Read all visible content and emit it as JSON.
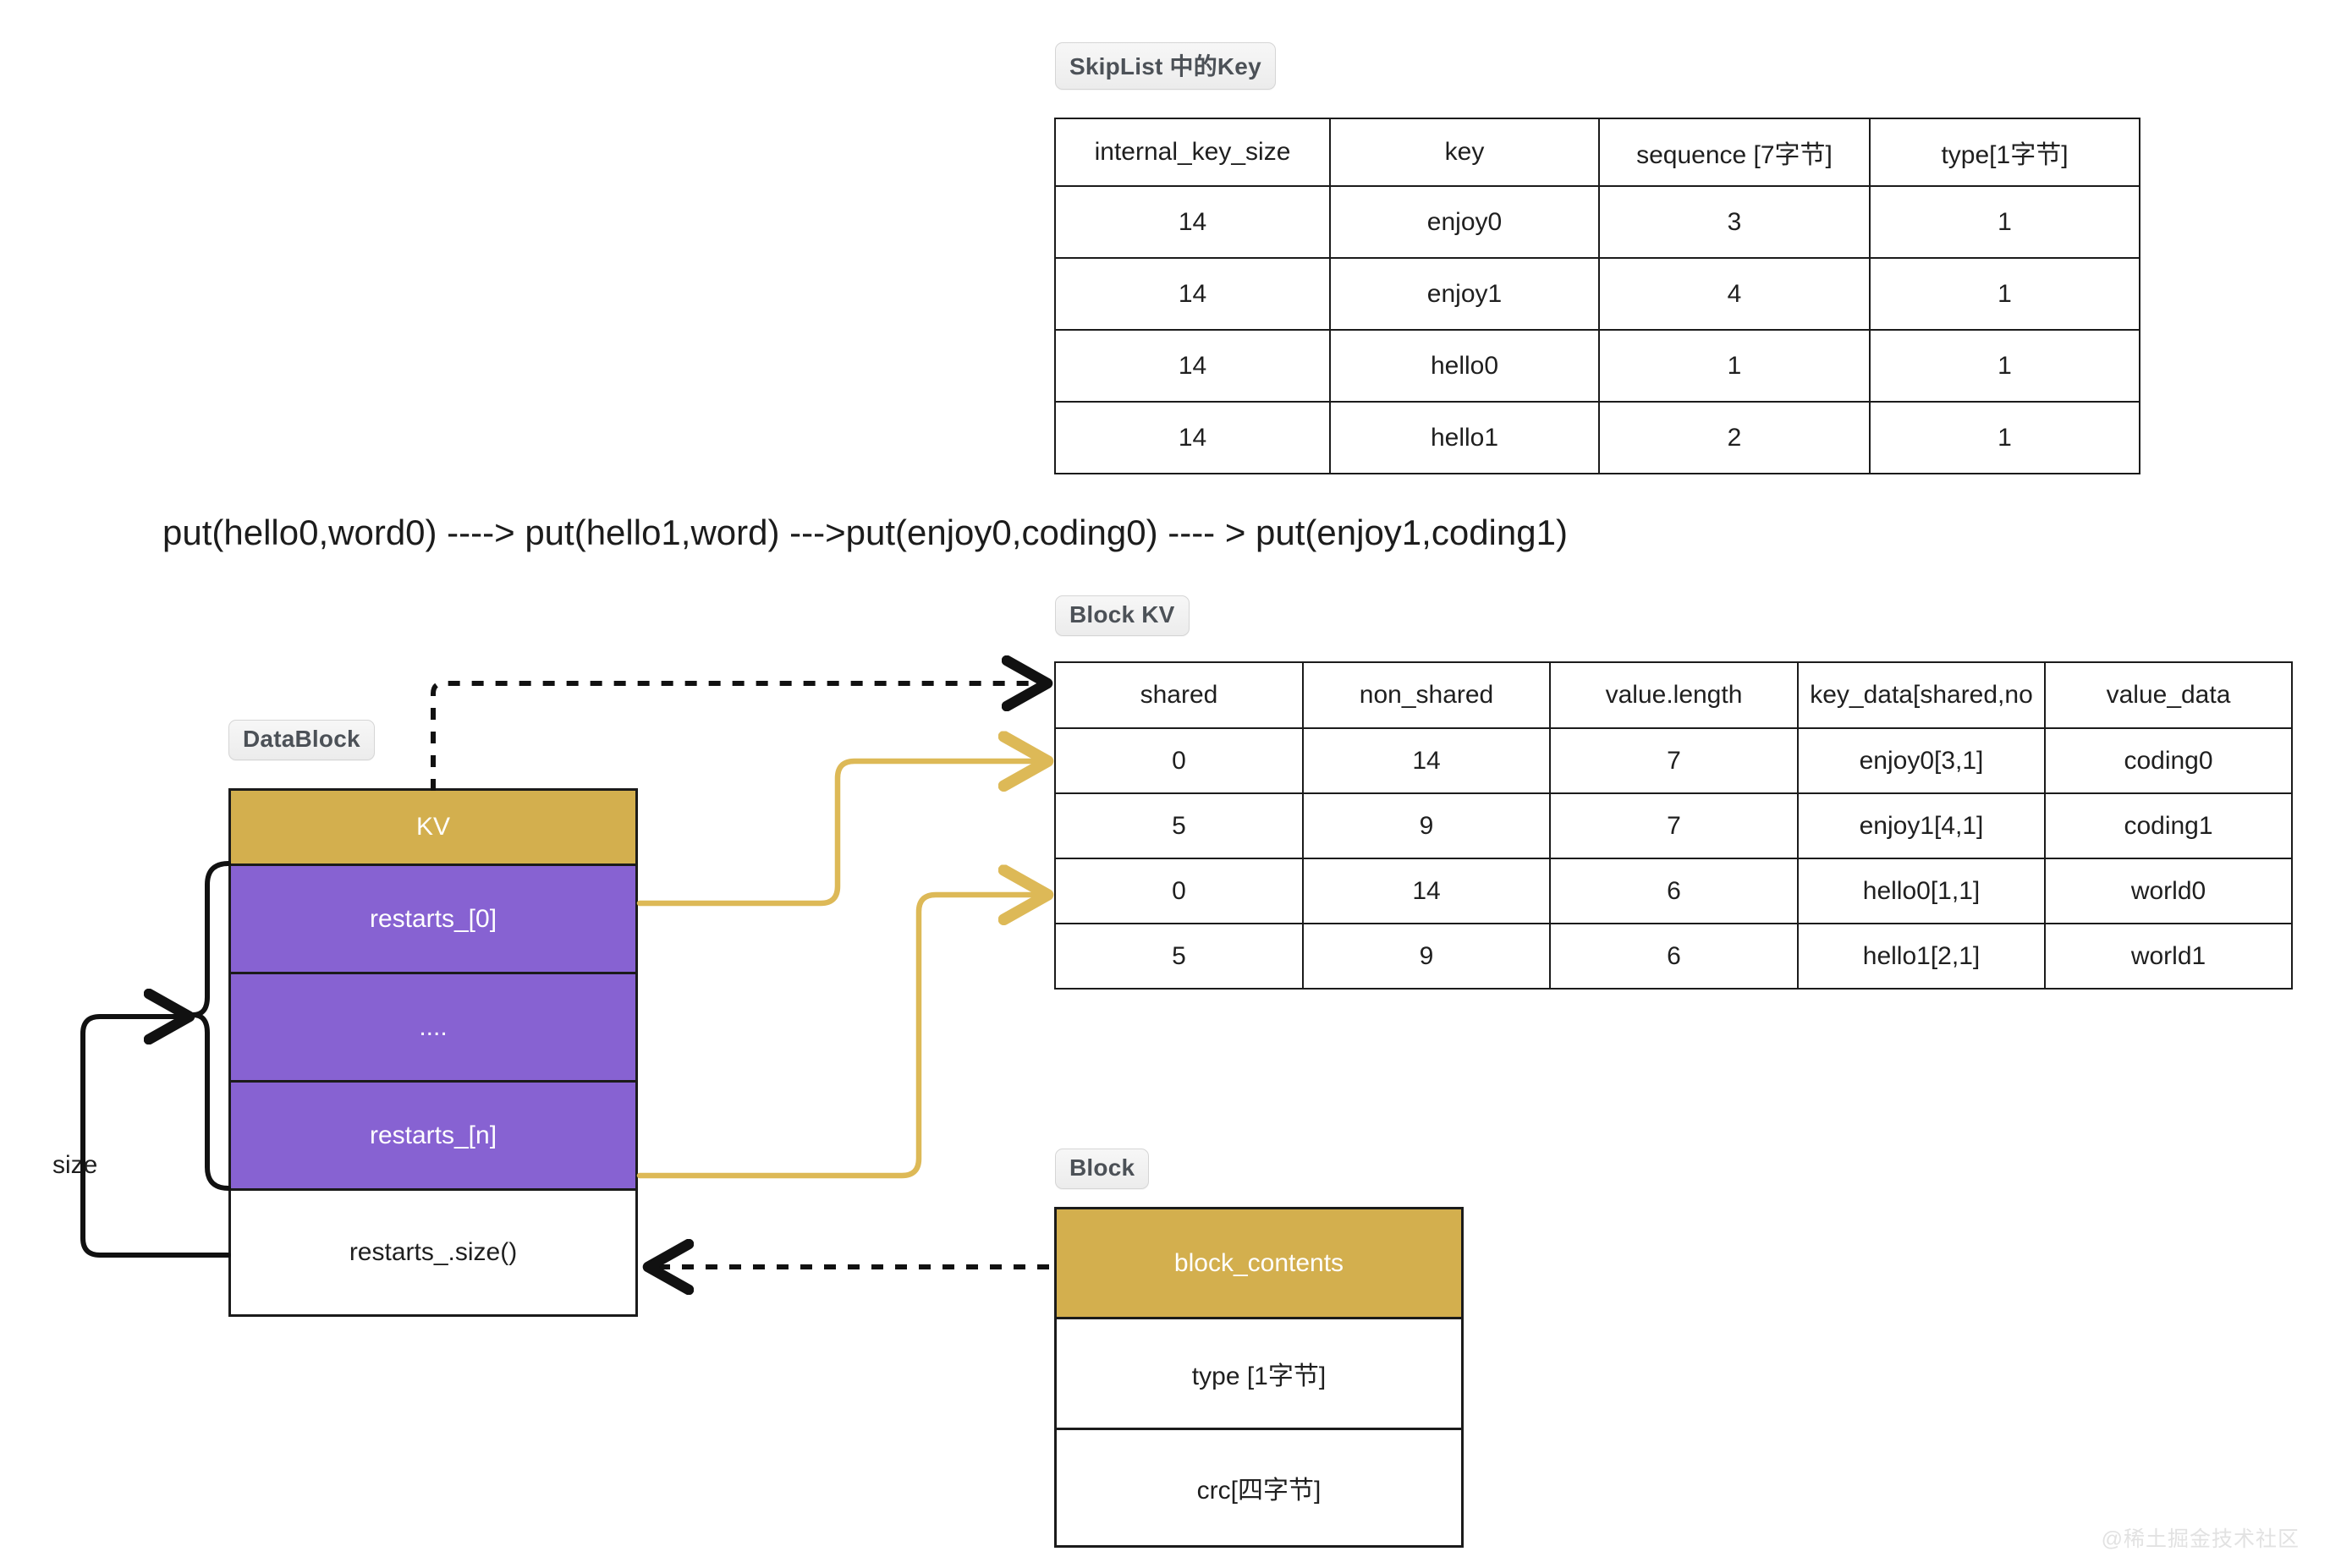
{
  "colors": {
    "gold": "#d3af4e",
    "purple": "#8762d2",
    "stroke": "#1b1b1b",
    "gold_arrow": "#ddb957",
    "badge_text": "#4c5157",
    "watermark": "#e2e2e2"
  },
  "skiplist": {
    "badge": "SkipList 中的Key",
    "columns": [
      "internal_key_size",
      "key",
      "sequence [7字节]",
      "type[1字节]"
    ],
    "rows": [
      [
        "14",
        "enjoy0",
        "3",
        "1"
      ],
      [
        "14",
        "enjoy1",
        "4",
        "1"
      ],
      [
        "14",
        "hello0",
        "1",
        "1"
      ],
      [
        "14",
        "hello1",
        "2",
        "1"
      ]
    ]
  },
  "flow": {
    "text": "put(hello0,word0) ----> put(hello1,word)  --->put(enjoy0,coding0) ---- > put(enjoy1,coding1)"
  },
  "blockkv": {
    "badge": "Block KV",
    "columns": [
      "shared",
      "non_shared",
      "value.length",
      "key_data[shared,no",
      "value_data"
    ],
    "rows": [
      [
        "0",
        "14",
        "7",
        "enjoy0[3,1]",
        "coding0"
      ],
      [
        "5",
        "9",
        "7",
        "enjoy1[4,1]",
        "coding1"
      ],
      [
        "0",
        "14",
        "6",
        "hello0[1,1]",
        "world0"
      ],
      [
        "5",
        "9",
        "6",
        "hello1[2,1]",
        "world1"
      ]
    ]
  },
  "datablock": {
    "badge": "DataBlock",
    "rows": [
      {
        "label": "KV",
        "style": "gold"
      },
      {
        "label": "restarts_[0]",
        "style": "purple"
      },
      {
        "label": "....",
        "style": "purple"
      },
      {
        "label": "restarts_[n]",
        "style": "purple"
      },
      {
        "label": "restarts_.size()",
        "style": "plain"
      }
    ],
    "size_label": "size"
  },
  "block": {
    "badge": "Block",
    "rows": [
      {
        "label": "block_contents",
        "style": "gold"
      },
      {
        "label": "type [1字节]",
        "style": "plain"
      },
      {
        "label": "crc[四字节]",
        "style": "plain"
      }
    ]
  },
  "watermark": "@稀土掘金技术社区"
}
